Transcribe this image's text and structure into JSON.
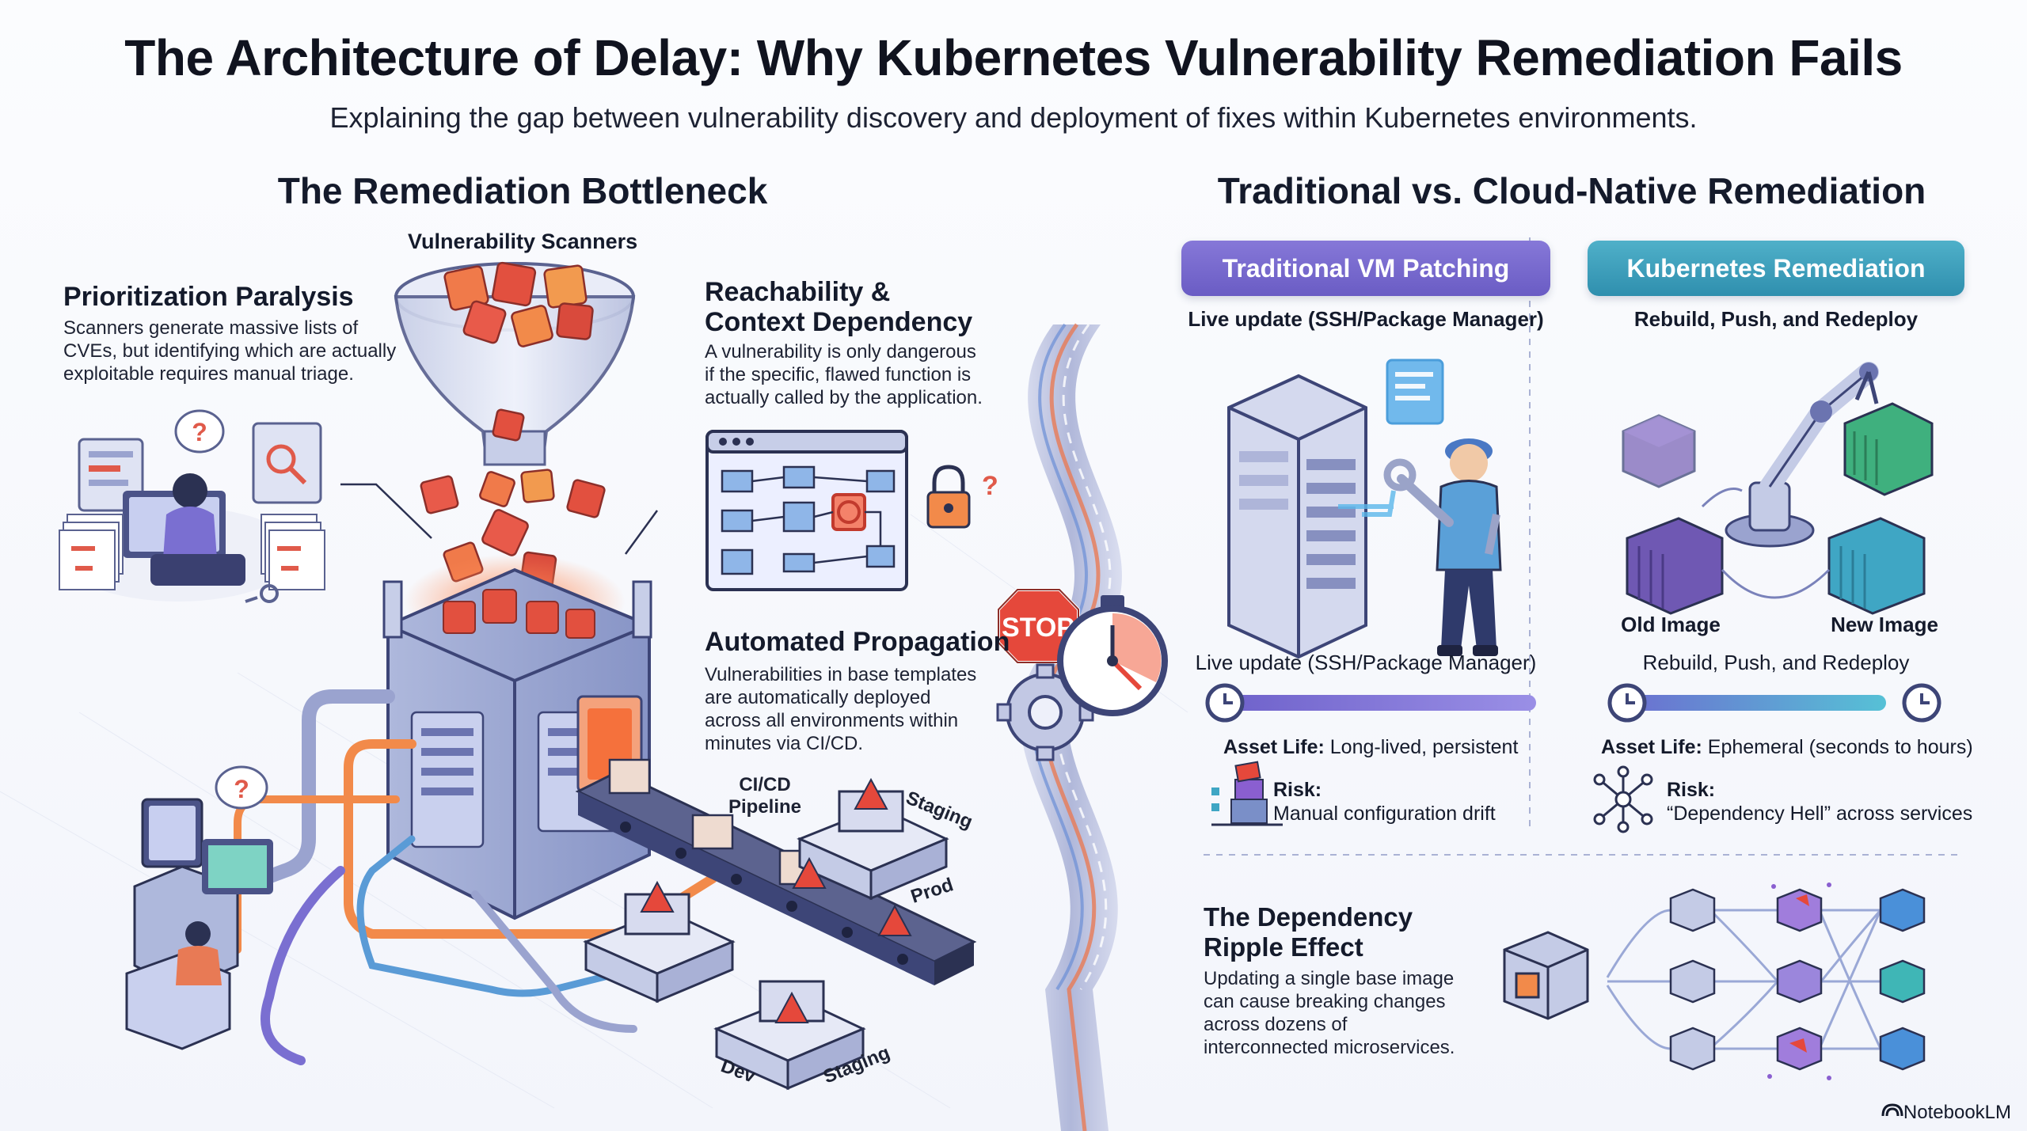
{
  "title": "The Architecture of Delay: Why Kubernetes Vulnerability Remediation Fails",
  "subtitle": "Explaining the gap between vulnerability discovery and deployment of fixes within Kubernetes environments.",
  "left": {
    "title": "The Remediation Bottleneck",
    "scanners_label": "Vulnerability Scanners",
    "paralysis": {
      "heading": "Prioritization Paralysis",
      "lines": [
        "Scanners generate massive lists of",
        "CVEs, but identifying which are actually",
        "exploitable requires manual triage."
      ]
    },
    "reachability": {
      "heading_lines": [
        "Reachability &",
        "Context Dependency"
      ],
      "lines": [
        "A vulnerability is only dangerous",
        "if the specific, flawed function is",
        "actually called by the application."
      ]
    },
    "propagation": {
      "heading": "Automated Propagation",
      "lines": [
        "Vulnerabilities in base templates",
        "are automatically deployed",
        "across all environments within",
        "minutes via CI/CD."
      ]
    },
    "pipeline_label_lines": [
      "CI/CD",
      "Pipeline"
    ],
    "stages": {
      "staging_top": "Staging",
      "prod": "Prod",
      "dev": "Dev",
      "staging_bottom": "Staging"
    },
    "stop_sign": "STOP"
  },
  "right": {
    "title": "Traditional vs. Cloud-Native Remediation",
    "traditional": {
      "pill": "Traditional VM Patching",
      "caption_top": "Live update (SSH/Package Manager)",
      "caption_bottom": "Live update (SSH/Package Manager)",
      "asset_life_label": "Asset Life:",
      "asset_life_value": "Long-lived, persistent",
      "risk_label": "Risk:",
      "risk_value": "Manual configuration drift",
      "icons": {
        "server": "server-icon",
        "worker": "worker-wrench-icon",
        "risk": "drift-blocks-icon",
        "timer": "clock-icon"
      }
    },
    "kubernetes": {
      "pill": "Kubernetes Remediation",
      "caption_top": "Rebuild, Push, and Redeploy",
      "caption_bottom": "Rebuild, Push, and Redeploy",
      "old_image": "Old Image",
      "new_image": "New Image",
      "asset_life_label": "Asset Life:",
      "asset_life_value": "Ephemeral (seconds to hours)",
      "risk_label": "Risk:",
      "risk_value": "“Dependency Hell” across services",
      "icons": {
        "arm": "robot-arm-icon",
        "risk": "network-hub-icon",
        "timer": "clock-icon"
      }
    },
    "ripple": {
      "heading_lines": [
        "The Dependency",
        "Ripple Effect"
      ],
      "lines": [
        "Updating a single base image",
        "can cause breaking changes",
        "across dozens of",
        "interconnected microservices."
      ]
    }
  },
  "brand": "NotebookLM",
  "colors": {
    "purple_pill": "#7467cf",
    "teal_pill": "#3a9dba",
    "alert_red": "#e5483b",
    "cube_blue": "#4a90d9",
    "cube_teal": "#3fb6b6",
    "cube_purple": "#8a5fd0",
    "orange": "#f28a4a"
  }
}
